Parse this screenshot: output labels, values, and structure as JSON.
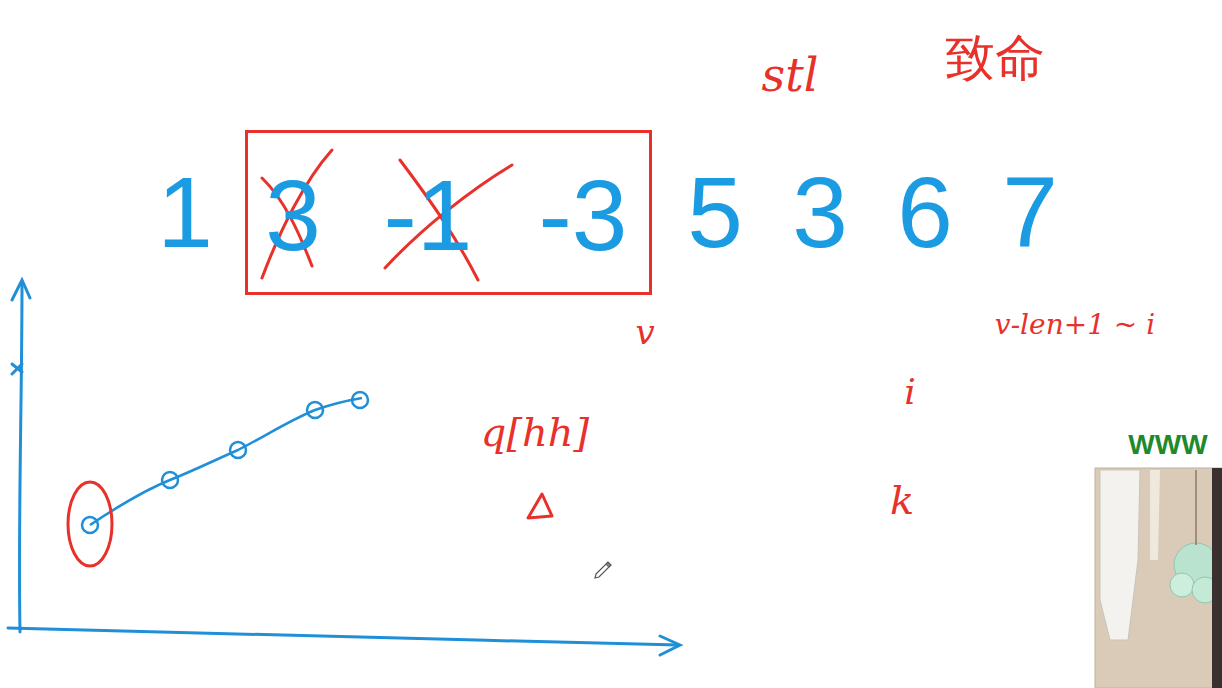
{
  "diagram": {
    "nodes": [
      {
        "text": [
          "3",
          "-1",
          "-3"
        ]
      }
    ],
    "labels": [
      "1",
      "5",
      "3",
      "6",
      "7",
      "stl",
      "致命",
      "v",
      "v-len+1 ~ i",
      "q[hh]",
      "i",
      "k",
      "WWW"
    ]
  }
}
